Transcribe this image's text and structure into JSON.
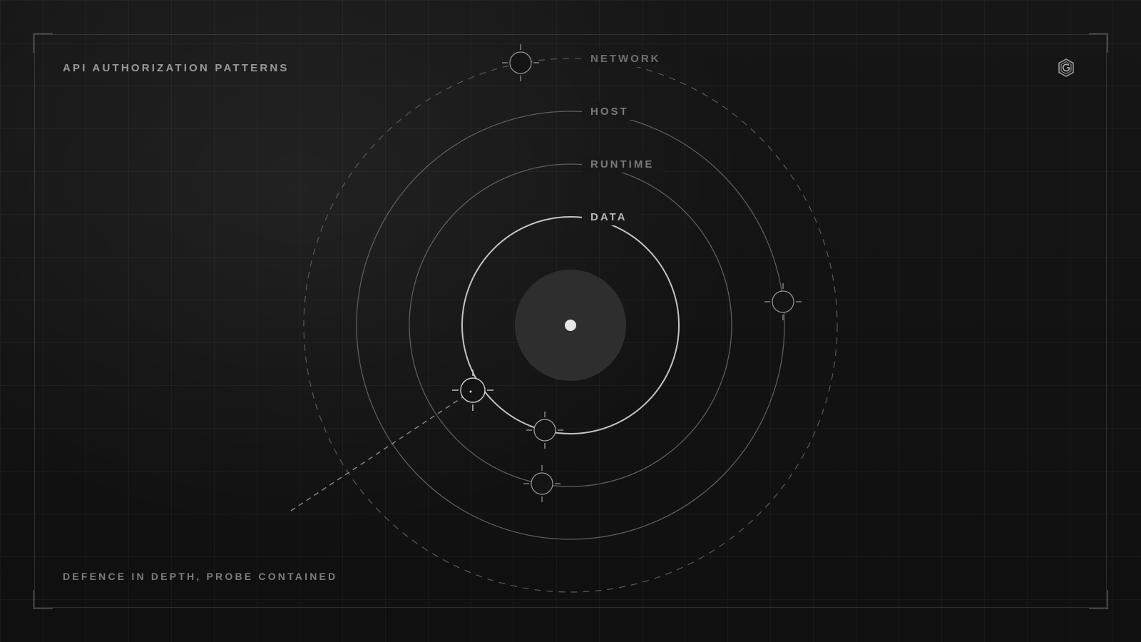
{
  "header": {
    "title": "API AUTHORIZATION PATTERNS",
    "logo_icon": "hexagon-g-logo-icon"
  },
  "footer": {
    "caption": "DEFENCE IN DEPTH, PROBE CONTAINED"
  },
  "diagram": {
    "core_icon": "core-dot-icon",
    "rings": [
      {
        "id": "data",
        "label": "DATA",
        "style": "solid-bright"
      },
      {
        "id": "runtime",
        "label": "RUNTIME",
        "style": "solid"
      },
      {
        "id": "host",
        "label": "HOST",
        "style": "solid"
      },
      {
        "id": "network",
        "label": "NETWORK",
        "style": "dashed"
      }
    ],
    "markers": [
      {
        "name": "crosshair-network-top",
        "icon": "crosshair-icon"
      },
      {
        "name": "crosshair-network-right",
        "icon": "crosshair-icon"
      },
      {
        "name": "crosshair-probe",
        "icon": "crosshair-icon"
      },
      {
        "name": "crosshair-data-bottom",
        "icon": "crosshair-icon"
      },
      {
        "name": "crosshair-runtime-bottom",
        "icon": "crosshair-icon"
      }
    ],
    "probe_path_style": "dashed"
  },
  "colors": {
    "background": "#121212",
    "ring_bright": "#c8c8c8",
    "ring_dim": "#5a5a5a",
    "core_fill": "#2e2e2e",
    "core_dot": "#e6e6e6"
  }
}
